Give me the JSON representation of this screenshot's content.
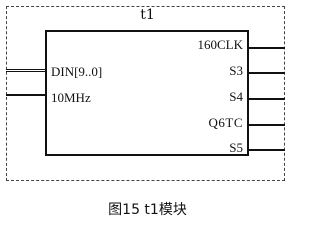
{
  "module": {
    "instance_name": "t1",
    "inputs": [
      "DIN[9..0]",
      "10MHz"
    ],
    "outputs": [
      "160CLK",
      "S3",
      "S4",
      "Q6TC",
      "S5"
    ]
  },
  "caption": "图15   t1模块"
}
